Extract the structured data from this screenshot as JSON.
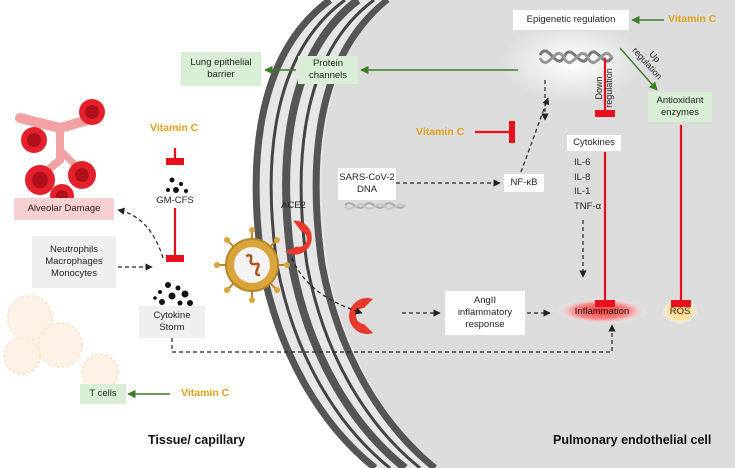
{
  "vitamin_c_label": "Vitamin C",
  "labels": {
    "epigenetic": "Epigenetic regulation",
    "lung_barrier": "Lung epithelial\nbarrier",
    "protein_channels": "Protein\nchannels",
    "antioxidant": "Antioxidant\nenzymes",
    "cytokines": "Cytokines",
    "cytokine_list": "IL-6\nIL-8\nIL-1\nTNF-α",
    "nfkb": "NF-κB",
    "sars_dna": "SARS-CoV-2\nDNA",
    "ace2": "ACE2",
    "gm_cfs": "GM-CFS",
    "alveolar_damage": "Alveolar Damage",
    "immune_cells": "Neutrophils\nMacrophages\nMonocytes",
    "cytokine_storm": "Cytokine\nStorm",
    "angii": "AngII\ninflammatory\nresponse",
    "inflammation": "Inflammation",
    "ros": "ROS",
    "t_cells": "T cells",
    "down_regulation": "Down\nregulation",
    "up_regulation": "Up\nregulation",
    "tissue": "Tissue/ capillary",
    "pulmonary": "Pulmonary endothelial cell"
  },
  "colors": {
    "activation_arrow": "#3c7d2a",
    "inhibition": "#e8101a",
    "vitamin_c": "#e0a118",
    "green_box": "#d9efd5",
    "cell_fill": "#e4e4e4",
    "membrane": "#555555"
  }
}
